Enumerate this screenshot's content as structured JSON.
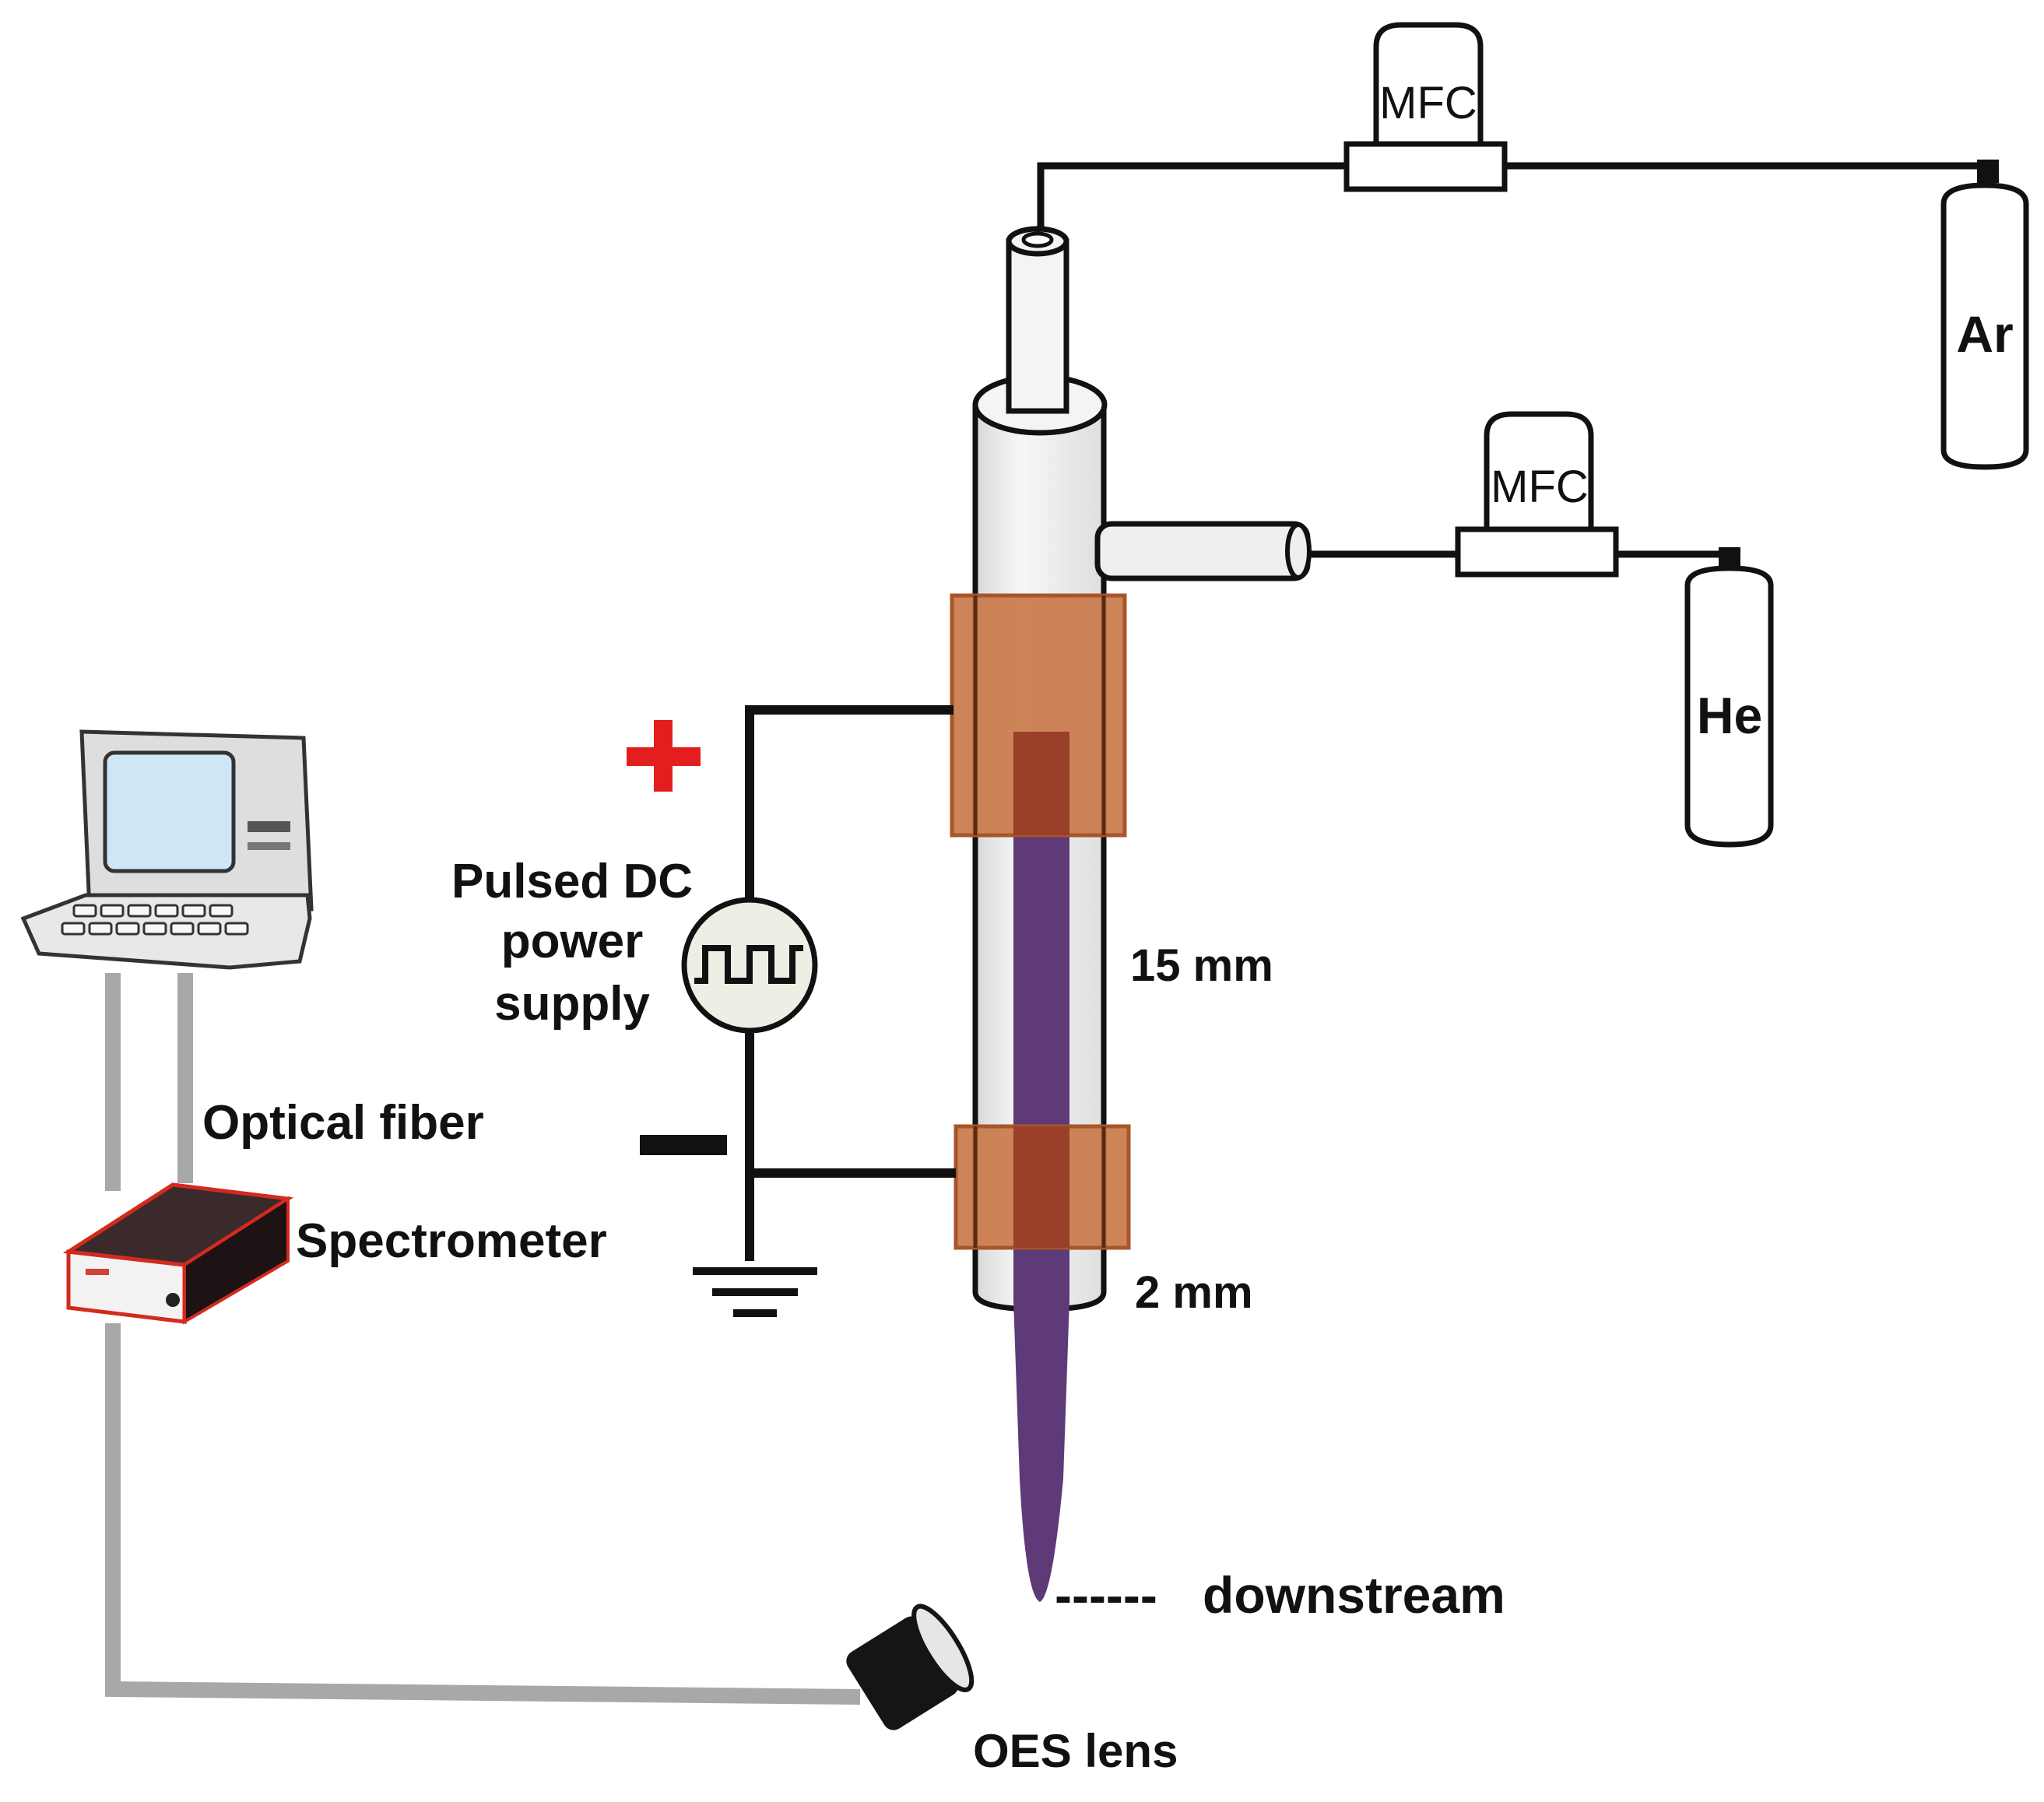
{
  "labels": {
    "mfc_top": "MFC",
    "mfc_mid": "MFC",
    "argon": "Ar",
    "helium": "He",
    "plus_sign": "+",
    "power_supply_line1": "Pulsed DC",
    "power_supply_line2": "power",
    "power_supply_line3": "supply",
    "gap_15": "15 mm",
    "gap_2": "2 mm",
    "optical_fiber": "Optical fiber",
    "spectrometer": "Spectrometer",
    "downstream_marker": "------",
    "downstream": "downstream",
    "oes_lens": "OES lens"
  },
  "colors": {
    "electrode": "#c87a4a",
    "electrode_edge": "#a8552a",
    "plasma": "#5e3a78",
    "plasma_overlap": "#9a3f2a",
    "tube_fill": "#eeeeee",
    "line": "#111111",
    "fiber": "#a8a8a8",
    "plus": "#e41e1e",
    "computer_screen": "#cfe6f7",
    "spectrometer_body": "#2a1d1f",
    "spectrometer_trim": "#d42a1e"
  },
  "icons": {
    "computer": "computer-icon",
    "spectrometer": "spectrometer-icon",
    "lens": "lens-icon",
    "gas_cylinder": "gas-cylinder-icon",
    "mass_flow_controller": "mfc-icon",
    "pulse_source": "square-wave-icon",
    "ground": "ground-icon"
  }
}
